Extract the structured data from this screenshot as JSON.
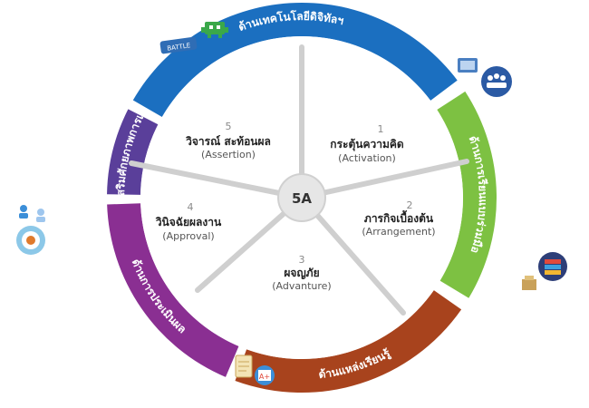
{
  "center": {
    "label": "5A"
  },
  "segments": [
    {
      "label": "ด้านเทคโนโลยีดิจิทัลฯ",
      "color": "#1b6fc0"
    },
    {
      "label": "ด้านการเรียนแบบร่วมมือ",
      "color": "#7dc142"
    },
    {
      "label": "ด้านแหล่งเรียนรู้",
      "color": "#a8431d"
    },
    {
      "label": "ด้านการประเมินผล",
      "color": "#8a2f92"
    },
    {
      "label": "ด้านเสริมศักยภาพการเรียนรู้",
      "color": "#5a3f9a"
    }
  ],
  "steps": [
    {
      "num": "1",
      "thai": "กระตุ้นความคิด",
      "eng": "(Activation)"
    },
    {
      "num": "2",
      "thai": "ภารกิจเบื้องต้น",
      "eng": "(Arrangement)"
    },
    {
      "num": "3",
      "thai": "ผจญภัย",
      "eng": "(Advanture)"
    },
    {
      "num": "4",
      "thai": "วินิจฉัยผลงาน",
      "eng": "(Approval)"
    },
    {
      "num": "5",
      "thai": "วิจารณ์ สะท้อนผล",
      "eng": "(Assertion)"
    }
  ],
  "badges": {
    "battle": "BATTLE",
    "grade": "A+"
  },
  "icons": [
    "game-controller-icon",
    "group-meeting-icon",
    "books-stack-icon",
    "report-grade-icon",
    "people-target-icon"
  ],
  "caption": ""
}
